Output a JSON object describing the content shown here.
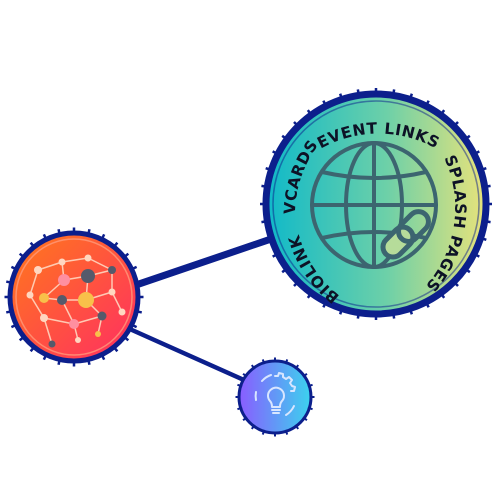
{
  "hub": {
    "ring_labels": [
      "EVENT LINKS",
      "SPLASH PAGES",
      "BIOLINK",
      "VCARDS"
    ],
    "center_icon": "globe-with-link-icon",
    "gradient": [
      "#0fb9c9",
      "#e9e37a"
    ]
  },
  "nodes": [
    {
      "name": "brain-network-node",
      "icon": "brain-network-icon",
      "gradient": [
        "#ff7a1a",
        "#ff2d63"
      ]
    },
    {
      "name": "idea-gear-node",
      "icon": "lightbulb-gear-icon",
      "gradient": [
        "#8a5cff",
        "#3bd3ee"
      ]
    }
  ],
  "colors": {
    "ring": "#0c1f8c",
    "connector": "#0c1f8c",
    "icon_stroke": "#3c6570"
  }
}
